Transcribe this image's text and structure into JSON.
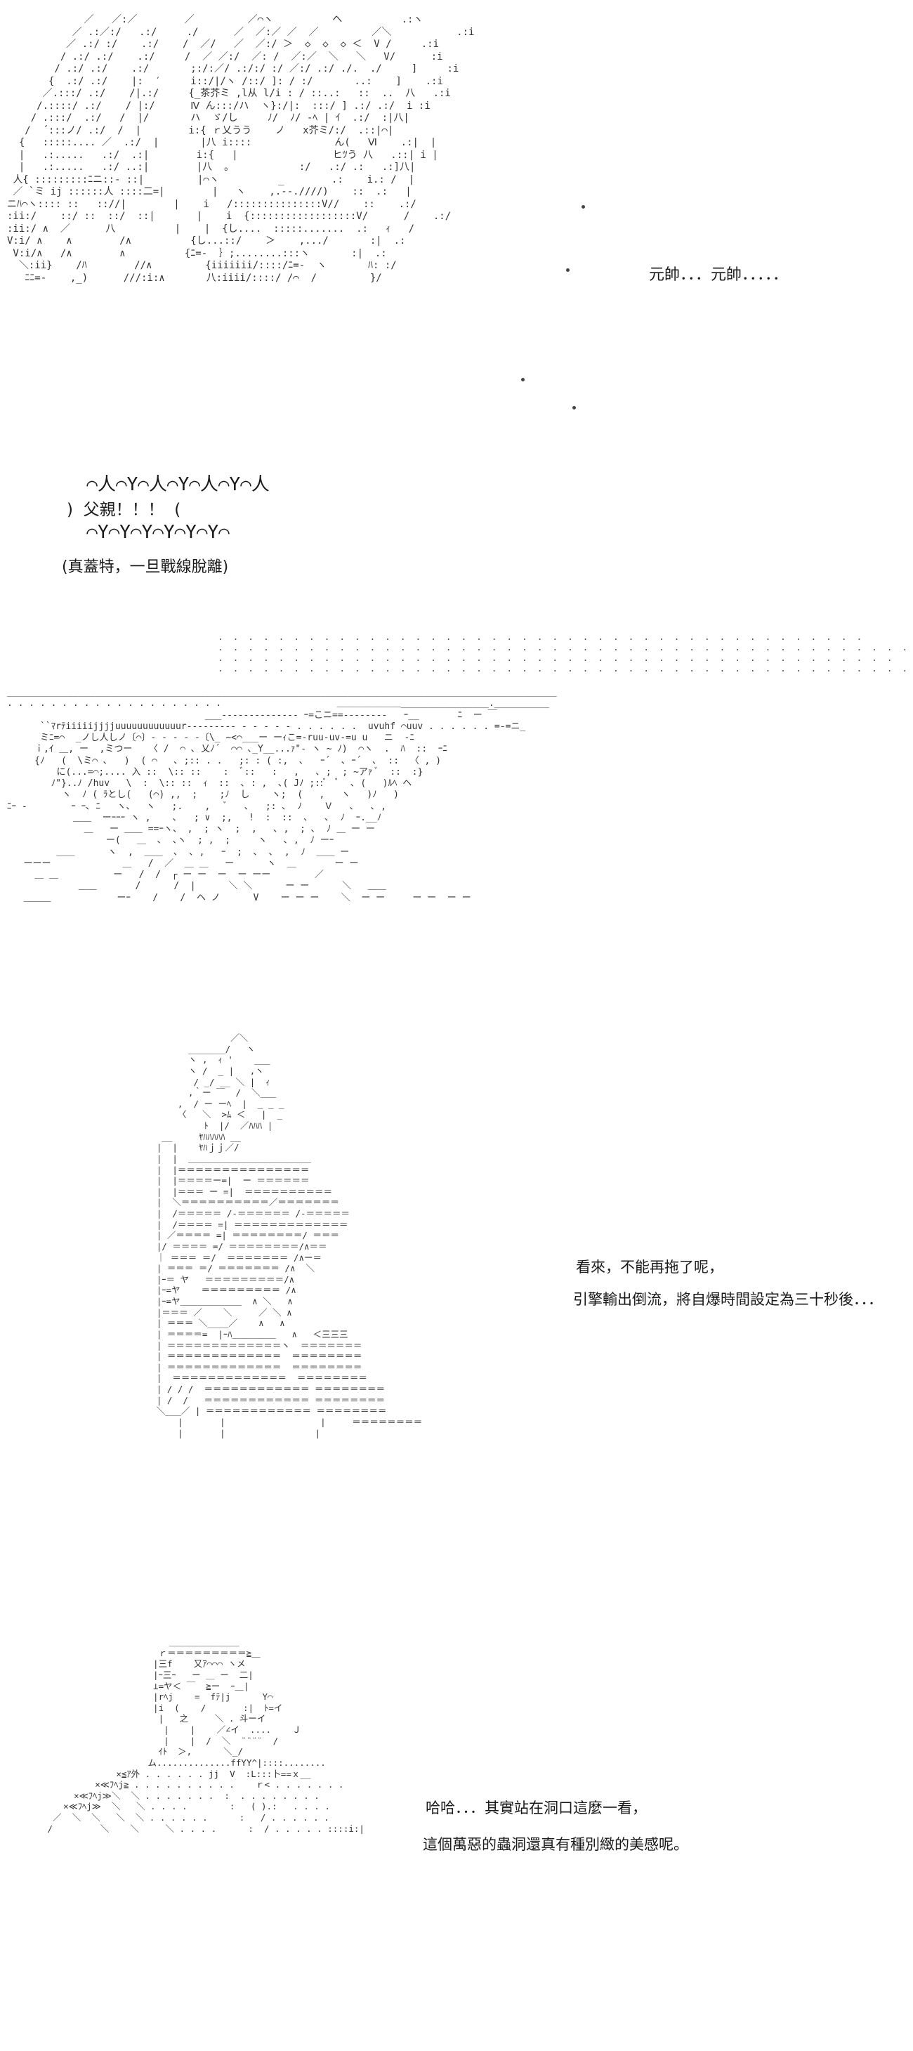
{
  "panel1": {
    "speech": "元帥．．．元帥．．．．．",
    "shout": "父親！！！",
    "note": "(真蓋特，一旦戰線脫離)"
  },
  "panel2": {},
  "panel3": {
    "speech_line1": "看來，不能再拖了呢，",
    "speech_line2": "引擎輸出倒流，將自爆時間設定為三十秒後．．．"
  },
  "panel4": {
    "speech_line1": "哈哈．．．其實站在洞口這麼一看，",
    "speech_line2": "這個萬惡的蟲洞還真有種別緻的美感呢。"
  }
}
